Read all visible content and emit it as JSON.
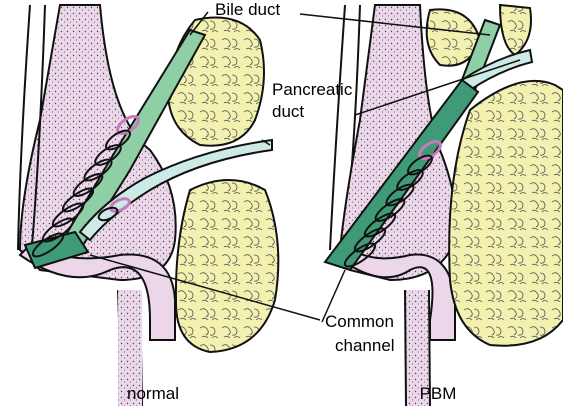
{
  "labels": {
    "bile_duct": "Bile duct",
    "pancreatic_line1": "Pancreatic",
    "pancreatic_line2": "duct",
    "common_line1": "Common",
    "common_line2": "channel"
  },
  "captions": {
    "left": "normal",
    "right": "PBM"
  },
  "colors": {
    "pancreas_tissue": "#f3f1b0",
    "duodenal_wall": "#ecd7ea",
    "bile_duct": "#8ecfa5",
    "bile_duct_dark": "#3f9a78",
    "pancreatic_duct": "#cdebe6",
    "sphincter_coil": "#c77bbd",
    "common_channel": "#3f9a78",
    "outline": "#111111"
  }
}
